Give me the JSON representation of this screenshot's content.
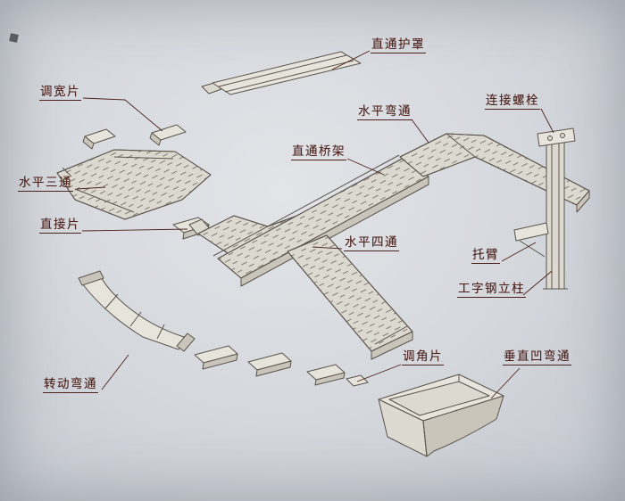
{
  "figure": {
    "kind": "isometric-assembly-diagram",
    "subject": "cable-tray-bridge-system"
  },
  "labels": {
    "cover": {
      "text": "直通护罩"
    },
    "width_piece": {
      "text": "调宽片"
    },
    "tee": {
      "text": "水平三通"
    },
    "joint_piece": {
      "text": "直接片"
    },
    "horiz_bend": {
      "text": "水平弯通"
    },
    "straight_tray": {
      "text": "直通桥架"
    },
    "bolt": {
      "text": "连接螺栓"
    },
    "cross": {
      "text": "水平四通"
    },
    "bracket_arm": {
      "text": "托臂"
    },
    "i_beam": {
      "text": "工字钢立柱"
    },
    "angle_piece": {
      "text": "调角片"
    },
    "vert_bend": {
      "text": "垂直凹弯通"
    },
    "rotate_bend": {
      "text": "转动弯通"
    }
  },
  "colors": {
    "paper": "#d5d8dd",
    "line_ink": "#5b544d",
    "label_ink": "#4e221c",
    "part_fill": "#e7e4dc",
    "part_side": "#c9c5ba"
  }
}
